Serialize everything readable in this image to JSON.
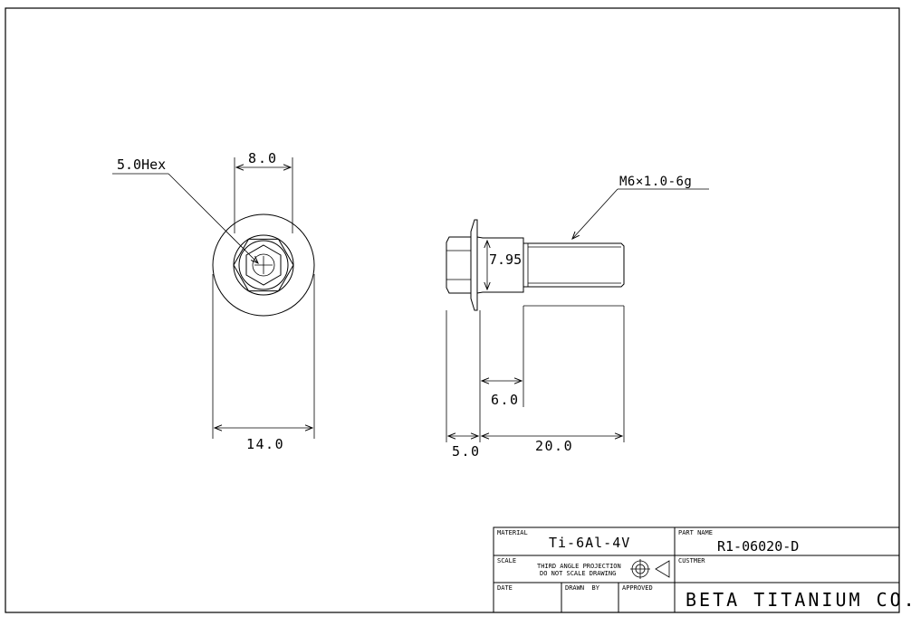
{
  "dimensions": {
    "hex_size": "5.0Hex",
    "hex_flat": "8.0",
    "flange_dia": "14.0",
    "thread_spec": "M6×1.0-6g",
    "shoulder_dia": "7.95",
    "unthreaded_len": "6.0",
    "head_height": "5.0",
    "length": "20.0"
  },
  "title_block": {
    "material_label": "MATERIAL",
    "material_value": "Ti-6Al-4V",
    "part_name_label": "PART NAME",
    "part_name_value": "R1-06020-D",
    "scale_label": "SCALE",
    "projection_line1": "THIRD ANGLE PROJECTION",
    "projection_line2": "DO NOT SCALE DRAWING",
    "customer_label": "CUSTMER",
    "date_label": "DATE",
    "drawn_by_label": "DRAWN  BY",
    "approved_label": "APPROVED",
    "company": "BETA TITANIUM CO."
  }
}
